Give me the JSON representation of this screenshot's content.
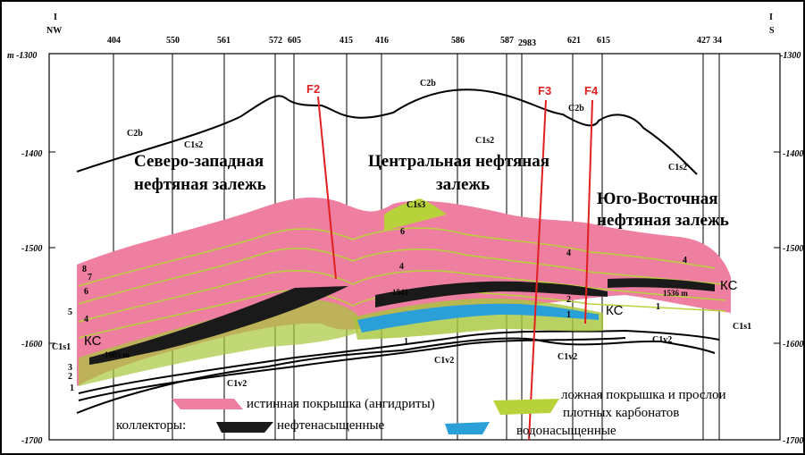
{
  "section": {
    "left_end": {
      "marker": "I",
      "direction": "NW"
    },
    "right_end": {
      "marker": "I",
      "direction": "S"
    },
    "wells": [
      "404",
      "550",
      "561",
      "572",
      "605",
      "415",
      "416",
      "586",
      "587",
      "2983",
      "621",
      "615",
      "427",
      "34"
    ],
    "depth_prefix": "m",
    "depth_ticks": [
      "-1300",
      "-1400",
      "-1500",
      "-1600",
      "-1700"
    ]
  },
  "faults": [
    "F2",
    "F3",
    "F4"
  ],
  "zones": {
    "northwest": [
      "Северо-западная",
      "нефтяная залежь"
    ],
    "central": [
      "Центральная нефтяная",
      "залежь"
    ],
    "southeast": [
      "Юго-Восточная",
      "нефтяная залежь"
    ]
  },
  "stratigraphy": {
    "c2b": "C2b",
    "c1s2": "C1s2",
    "c1s1": "C1s1",
    "c1v2": "C1v2",
    "c1s3": "C1s3",
    "ks": "КС"
  },
  "depth_labels": {
    "nw": "-1605 m",
    "central": "-1541",
    "se": "1536 m"
  },
  "layer_numbers": [
    "1",
    "2",
    "3",
    "4",
    "5",
    "6",
    "7",
    "8"
  ],
  "legend": {
    "true_seal": "истинная покрышка (ангидриты)",
    "false_seal_1": "ложная покрышка и прослои",
    "false_seal_2": "плотных карбонатов",
    "reservoirs": "коллекторы:",
    "oil_saturated": "нефтенасыщенные",
    "water_saturated": "водонасыщенные"
  },
  "colors": {
    "true_seal": "#ef7fa0",
    "false_seal": "#b7d23a",
    "oil": "#1a1a1a",
    "water": "#2a9fd8",
    "fault": "#e02020"
  }
}
